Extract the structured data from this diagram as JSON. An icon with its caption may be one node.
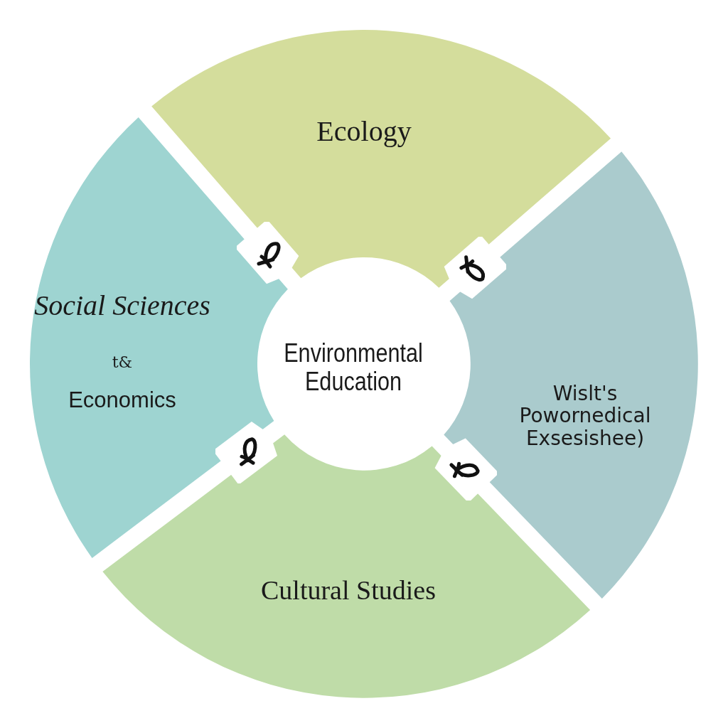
{
  "diagram": {
    "nodes": [
      {
        "text": [
          "Ecology"
        ]
      },
      {
        "text": [
          "Social Sciences",
          "t&",
          "Economics"
        ]
      },
      {
        "text": [
          "Environmental Education"
        ]
      },
      {
        "text": [
          "Wislt's Powornedical Exsesishee)"
        ]
      },
      {
        "text": [
          "Cultural Studies"
        ]
      }
    ]
  }
}
